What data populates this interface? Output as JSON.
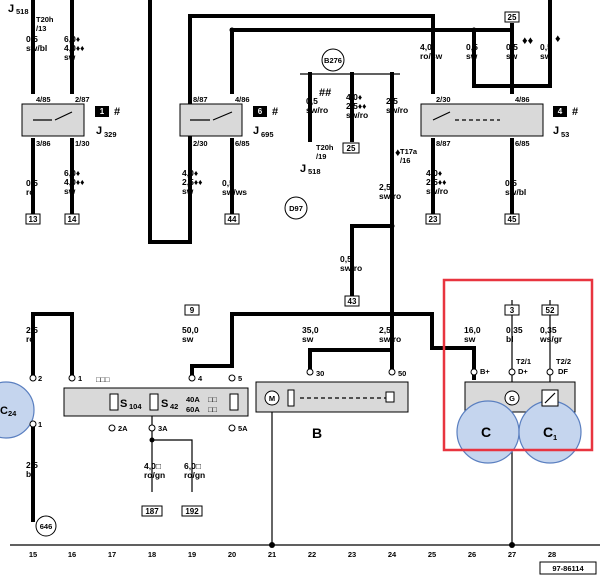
{
  "diagram_id": "97-86114",
  "relays": {
    "j329": {
      "name": "J",
      "sub": "329",
      "pos": "1",
      "mark": "#",
      "pins": [
        "4/85",
        "2/87",
        "3/86",
        "1/30"
      ]
    },
    "j695": {
      "name": "J",
      "sub": "695",
      "pos": "6",
      "mark": "#",
      "pins": [
        "8/87",
        "4/86",
        "2/30",
        "6/85"
      ]
    },
    "j53": {
      "name": "J",
      "sub": "53",
      "pos": "4",
      "mark": "#",
      "pins": [
        "2/30",
        "4/86",
        "8/87",
        "6/85"
      ]
    }
  },
  "connectors": {
    "t20h13": "T20h\n/13",
    "t20h19": "T20h\n/19",
    "t17a16": "T17a\n/16",
    "t21": "T2/1",
    "t22": "T2/2",
    "j518_top": "J",
    "j518_top_sub": "518",
    "j518_mid": "J",
    "j518_mid_sub": "518"
  },
  "circles": {
    "b276": "B276",
    "d97": "D97",
    "c646": "646"
  },
  "wires": {
    "w1": [
      "0,5",
      "sw/bl"
    ],
    "w2": [
      "6,0♦",
      "4,0♦♦",
      "sw"
    ],
    "w3": [
      "0,5",
      "ro"
    ],
    "w4": [
      "6,0♦",
      "4,0♦♦",
      "sw"
    ],
    "w5": [
      "4,0♦",
      "2,5♦♦",
      "sw"
    ],
    "w6": [
      "0,5",
      "sw/ws"
    ],
    "w7": [
      "0,5",
      "sw/ro"
    ],
    "w8": [
      "4,0♦",
      "2,5♦♦",
      "sw/ro"
    ],
    "w9": [
      "2,5",
      "sw/ro"
    ],
    "w10": [
      "4,0",
      "ro/sw"
    ],
    "w11": [
      "0,5",
      "sw"
    ],
    "w12": [
      "0,5",
      "sw"
    ],
    "w13": [
      "0,5",
      "sw"
    ],
    "w14": [
      "4,0♦",
      "2,5♦♦",
      "sw/ro"
    ],
    "w15": [
      "0,5",
      "sw/bl"
    ],
    "w16": [
      "2,5",
      "sw/ro"
    ],
    "w17": [
      "0,5",
      "sw/ro"
    ],
    "w18": [
      "2,5",
      "ro"
    ],
    "w19": [
      "50,0",
      "sw"
    ],
    "w20": [
      "35,0",
      "sw"
    ],
    "w21": [
      "2,5",
      "sw/ro"
    ],
    "w22": [
      "16,0",
      "sw"
    ],
    "w23": [
      "0,35",
      "bl"
    ],
    "w24": [
      "0,35",
      "ws/gr"
    ],
    "w25": [
      "2,5",
      "br"
    ],
    "w26": [
      "4,0□",
      "ro/gn"
    ],
    "w27": [
      "6,0□",
      "ro/gn"
    ]
  },
  "marks": {
    "hash2": "##",
    "dd": "♦♦",
    "dmark": "♦"
  },
  "box_refs": {
    "r13": "13",
    "r14": "14",
    "r44": "44",
    "r25a": "25",
    "r23": "23",
    "r45": "45",
    "r25b": "25",
    "r43": "43",
    "r9": "9",
    "r3": "3",
    "r52": "52",
    "r187": "187",
    "r192": "192"
  },
  "fusebox": {
    "s104": "S",
    "s104sub": "104",
    "s42": "S",
    "s42sub": "42",
    "amps1": "40A",
    "amps2": "60A",
    "sq": "□□",
    "sq3": "□□□",
    "p1": "1",
    "p4": "4",
    "p5": "5",
    "p2a": "2A",
    "p3a": "3A",
    "p5a": "5A"
  },
  "starter": {
    "label": "B",
    "motor": "M",
    "p30": "30",
    "p50": "50"
  },
  "alternator": {
    "label": "C",
    "label2": "C",
    "label2sub": "1",
    "g": "G",
    "bplus": "B+",
    "dplus": "D+",
    "df": "DF"
  },
  "c24": {
    "label": "C",
    "sub": "24",
    "p2": "2",
    "p1": "1"
  },
  "bottom_numbers": [
    "15",
    "16",
    "17",
    "18",
    "19",
    "20",
    "21",
    "22",
    "23",
    "24",
    "25",
    "26",
    "27",
    "28"
  ],
  "highlight": {
    "color": "#e8343f"
  }
}
